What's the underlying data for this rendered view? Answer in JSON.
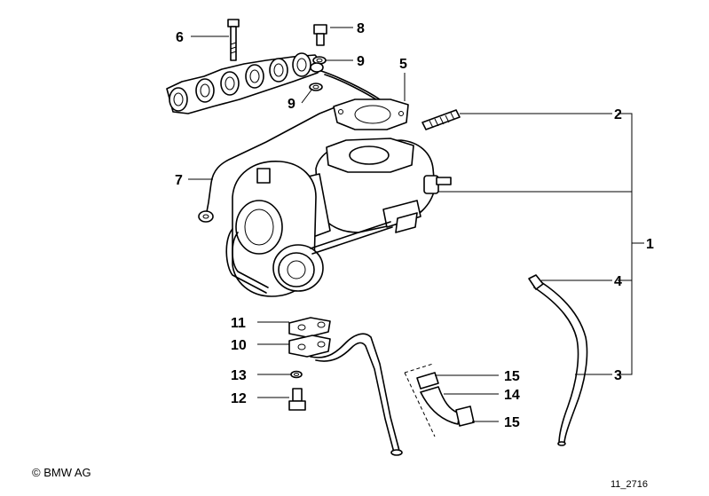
{
  "callouts": {
    "c1": "1",
    "c2": "2",
    "c3": "3",
    "c4": "4",
    "c5": "5",
    "c6": "6",
    "c7": "7",
    "c8": "8",
    "c9a": "9",
    "c9b": "9",
    "c10": "10",
    "c11": "11",
    "c12": "12",
    "c13": "13",
    "c14": "14",
    "c15a": "15",
    "c15b": "15"
  },
  "footer": {
    "copyright": "© BMW AG",
    "reference": "11_2716"
  }
}
